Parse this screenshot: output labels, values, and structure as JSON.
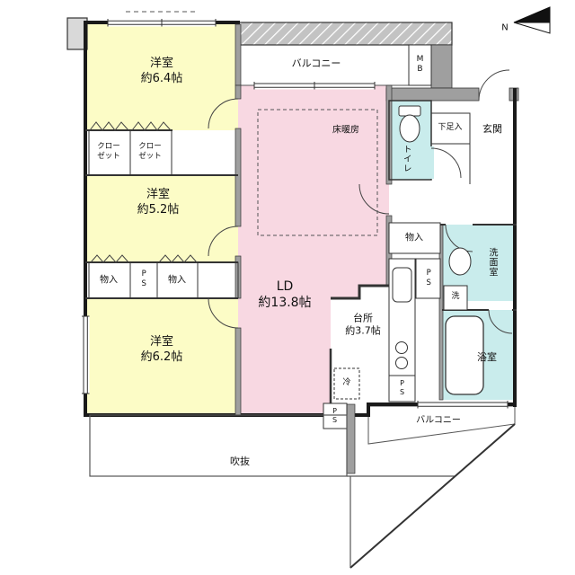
{
  "compass": {
    "north_label": "N"
  },
  "rooms": {
    "western1": {
      "name": "洋室",
      "size": "約6.4帖"
    },
    "western2": {
      "name": "洋室",
      "size": "約5.2帖"
    },
    "western3": {
      "name": "洋室",
      "size": "約6.2帖"
    },
    "living": {
      "name": "LD",
      "size": "約13.8帖"
    },
    "kitchen": {
      "name": "台所",
      "size": "約3.7帖"
    },
    "bathroom": "浴室",
    "washroom": "洗面室",
    "toilet": "トイレ",
    "entrance": "玄関",
    "balcony_top": "バルコニー",
    "balcony_bottom": "バルコニー",
    "void_space": "吹抜",
    "floor_heating": "床暖房"
  },
  "storage": {
    "closet_upper": {
      "line1": "クロー",
      "line2": "ゼット"
    },
    "closet_lower": {
      "line1": "クロー",
      "line2": "ゼット"
    },
    "storage1": "物入",
    "storage2": "物入",
    "storage_hall": "物入",
    "shoe_box": "下足入"
  },
  "equipment": {
    "meter_box": "MB",
    "pipe_space": "PS",
    "washer": "洗",
    "fridge": "冷"
  }
}
